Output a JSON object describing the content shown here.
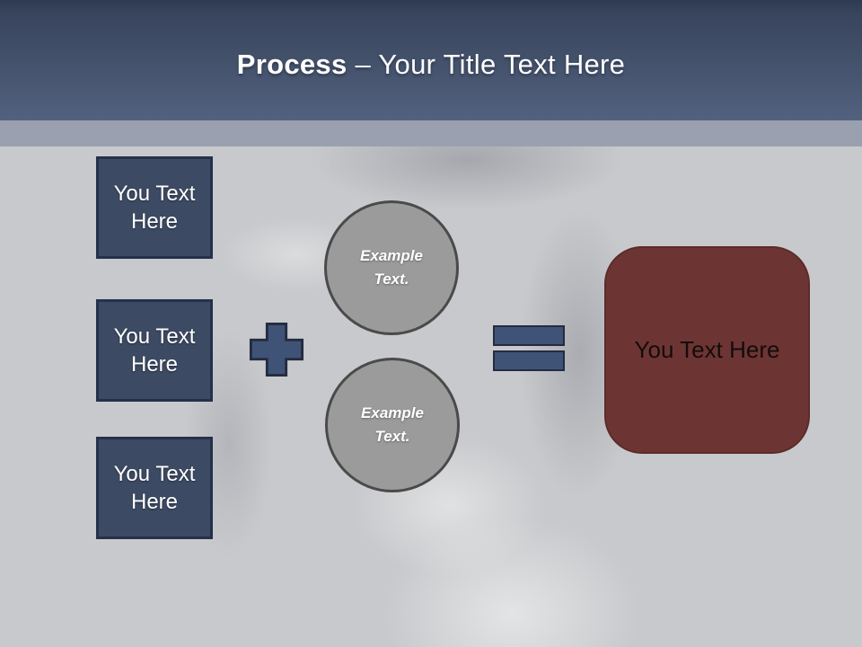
{
  "title": {
    "keyword": "Process",
    "rest": "– Your Title Text Here"
  },
  "steps": [
    {
      "label": "You Text Here"
    },
    {
      "label": "You Text Here"
    },
    {
      "label": "You Text Here"
    }
  ],
  "operators": {
    "plus": "plus",
    "equals": "equals"
  },
  "circles": [
    {
      "label": "Example Text."
    },
    {
      "label": "Example Text."
    }
  ],
  "result": {
    "label": "You Text Here"
  },
  "colors": {
    "header_top": "#38445C",
    "header_bottom": "#52617E",
    "band": "#9AA0AF",
    "background": "#C8C9CC",
    "step_fill": "#3D4A63",
    "step_border": "#25304A",
    "operator_fill": "#3F5377",
    "operator_border": "#232C40",
    "circle_fill": "#9B9B9B",
    "circle_border": "#4A4A4A",
    "result_fill": "#6C3533",
    "result_border": "#5C2B2A",
    "title_text": "#FFFFFF",
    "result_text": "#140C0C"
  }
}
